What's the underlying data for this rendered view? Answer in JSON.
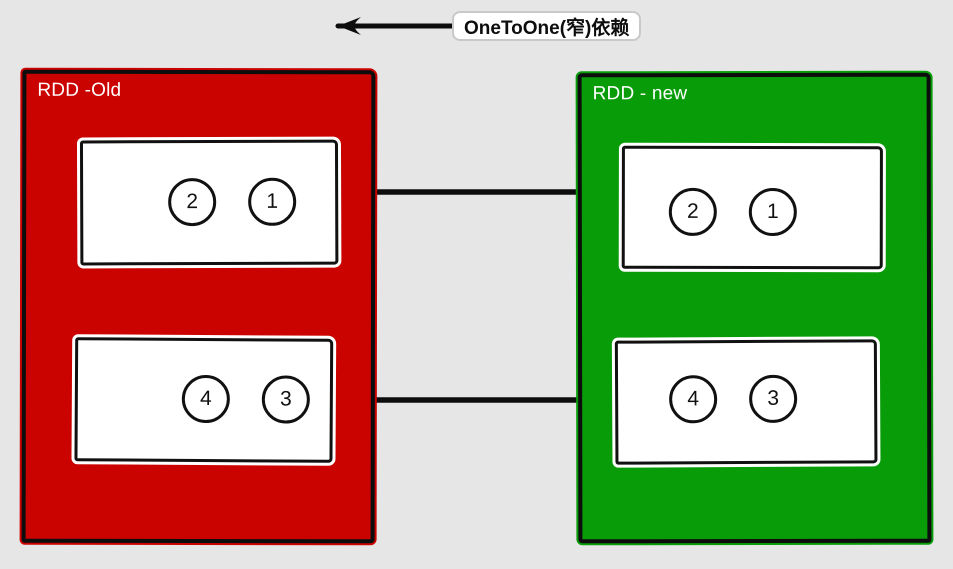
{
  "annotation": {
    "label": "OneToOne(窄)依赖"
  },
  "rdd_old": {
    "title": "RDD -Old",
    "partitions": [
      {
        "circles": [
          "2",
          "1"
        ]
      },
      {
        "circles": [
          "4",
          "3"
        ]
      }
    ]
  },
  "rdd_new": {
    "title": "RDD - new",
    "partitions": [
      {
        "circles": [
          "2",
          "1"
        ]
      },
      {
        "circles": [
          "4",
          "3"
        ]
      }
    ]
  },
  "colors": {
    "rdd_old_fill": "#cb0300",
    "rdd_new_fill": "#099c09",
    "background": "#e6e6e6",
    "stroke": "#111111"
  }
}
